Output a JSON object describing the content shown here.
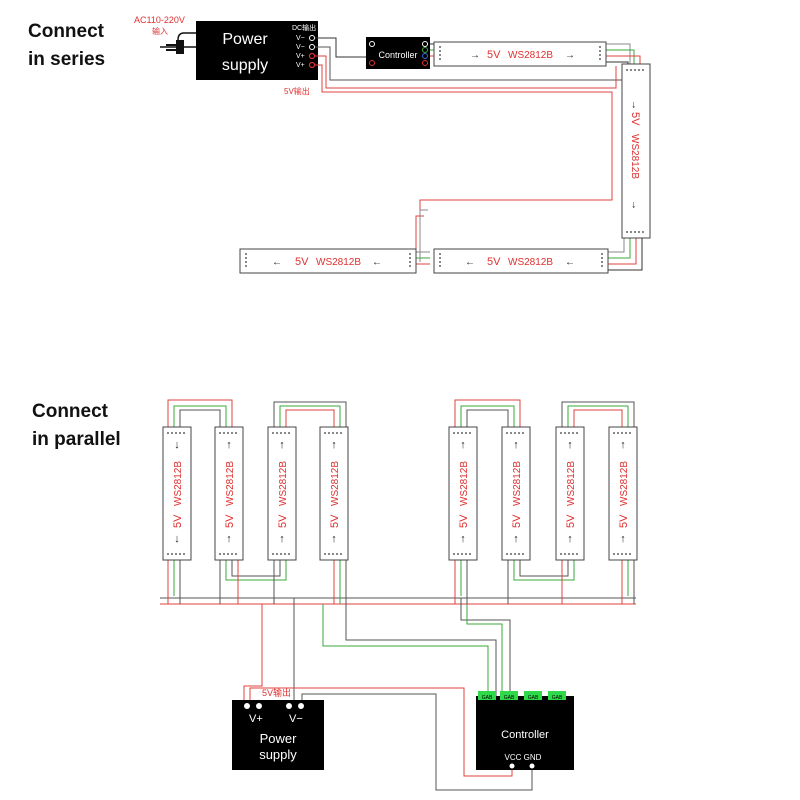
{
  "series": {
    "heading_line1": "Connect",
    "heading_line2": "in series",
    "ac_input_label": "AC110-220V",
    "ac_input_sub": "输入",
    "power_supply_line1": "Power",
    "power_supply_line2": "supply",
    "dc_out_label": "DC输出",
    "terminal_labels": [
      "V−",
      "V−",
      "V+",
      "V+"
    ],
    "out_label_5v": "5V输出",
    "controller_label": "Controller",
    "strip_voltage": "5V",
    "strip_model": "WS2812B"
  },
  "parallel": {
    "heading_line1": "Connect",
    "heading_line2": "in parallel",
    "strip_voltage": "5V",
    "strip_model": "WS2812B",
    "arrow_up": "↑",
    "arrow_down": "↓",
    "power_supply_line1": "Power",
    "power_supply_line2": "supply",
    "terminal_plus": "V+",
    "terminal_minus": "V−",
    "out_label_5v": "5V输出",
    "controller_label": "Controller",
    "controller_ports": [
      "GAB",
      "GAB",
      "GAB",
      "GAB"
    ],
    "vcc_gnd_label": "VCC GND"
  },
  "colors": {
    "wire_red": "#e0413c",
    "wire_green": "#3aa83a",
    "wire_black": "#333333",
    "wire_grey": "#8a8a8a",
    "text_red": "#e03030",
    "terminal_green": "#2fd94a"
  }
}
